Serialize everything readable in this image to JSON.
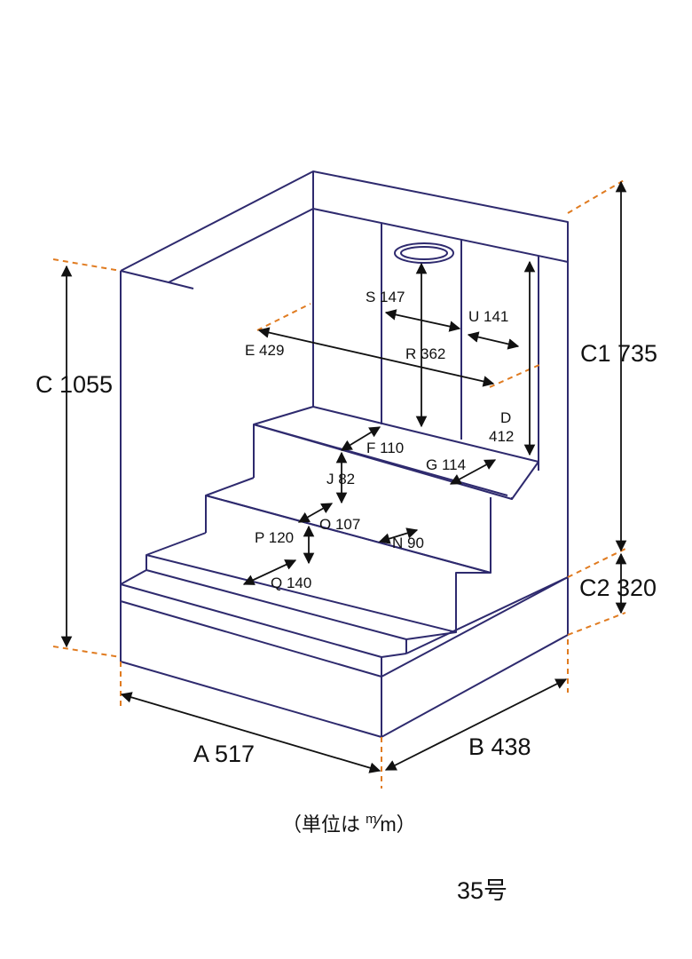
{
  "labels": {
    "c_total": "C 1055",
    "c1": "C1 735",
    "c2": "C2 320",
    "a": "A 517",
    "b": "B 438",
    "e": "E 429",
    "r": "R 362",
    "s": "S 147",
    "u": "U 141",
    "d1": "D",
    "d2": "412",
    "f": "F 110",
    "g": "G 114",
    "j": "J 82",
    "o": "O 107",
    "n": "N 90",
    "p": "P 120",
    "q": "Q 140"
  },
  "unit_note": {
    "prefix": "（単位は ",
    "num": "m",
    "slash": "⁄",
    "den": "m",
    "suffix": "）"
  },
  "model": "35号",
  "colors": {
    "outline": "#2e2a6e",
    "extension": "#e07b20",
    "dimension": "#111111"
  }
}
